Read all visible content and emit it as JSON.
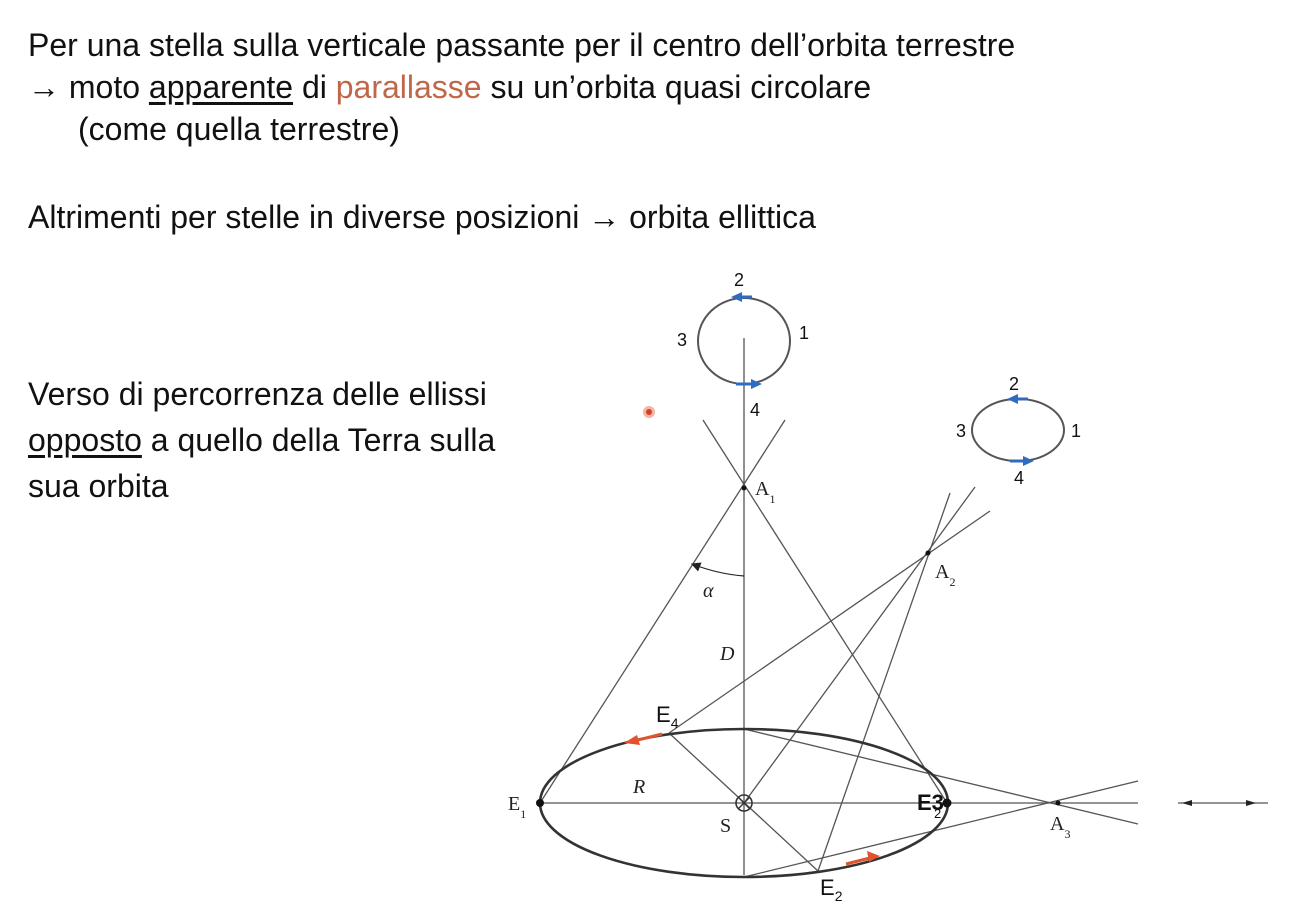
{
  "text": {
    "line1": "Per una stella sulla verticale passante per il centro dell’orbita terrestre",
    "line2": {
      "arrow": "→",
      "pre": "moto",
      "underlined": "apparente",
      "mid": "di",
      "highlight": "parallasse",
      "post": "su un’orbita quasi circolare"
    },
    "line3": "(come quella terrestre)",
    "line4": {
      "pre": "Altrimenti per stelle in diverse posizioni",
      "arrow": "→",
      "post": "orbita ellittica"
    },
    "side": {
      "line1": "Verso di percorrenza delle ellissi",
      "underlined": "opposto",
      "line2_rest": "a quello della Terra sulla",
      "line3": "sua orbita"
    }
  },
  "diagram": {
    "orbit_labels": {
      "E1": {
        "main": "E",
        "sub": "1"
      },
      "E2": {
        "main": "E",
        "sub": "2"
      },
      "E3": {
        "main": "E3",
        "overlap": "2"
      },
      "E4": {
        "main": "E",
        "sub": "4"
      },
      "S": "S",
      "R": "R",
      "D": "D",
      "alpha": "α"
    },
    "star_labels": {
      "A1": {
        "main": "A",
        "sub": "1"
      },
      "A2": {
        "main": "A",
        "sub": "2"
      },
      "A3": {
        "main": "A",
        "sub": "3"
      }
    },
    "circle_top_numbers": [
      "1",
      "2",
      "3",
      "4"
    ],
    "circle_right_numbers": [
      "1",
      "2",
      "3",
      "4"
    ],
    "colors": {
      "line": "#555555",
      "orbit": "#333333",
      "blue_arrow": "#2f6bbf",
      "red_arrow": "#e0532e",
      "highlight_text": "#c0674a"
    }
  }
}
